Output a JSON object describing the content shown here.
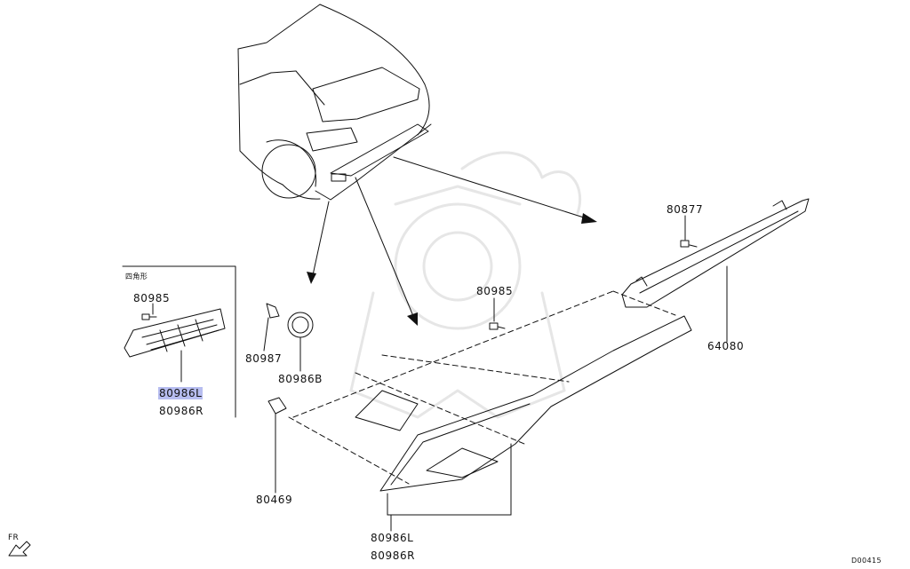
{
  "inset": {
    "caption": "四角形",
    "bolt_part": "80985",
    "reflector_left": "80986L",
    "reflector_right": "80986R",
    "highlight_color": "#b7bdf0"
  },
  "parts": {
    "bracket_bolt": "80877",
    "bracket": "64080",
    "garnish_bolt": "80985",
    "clip": "80987",
    "grommet": "80986B",
    "screw": "80469",
    "garnish_left": "80986L",
    "garnish_right": "80986R"
  },
  "front_marker": "FR",
  "diagram_id": "D00415"
}
